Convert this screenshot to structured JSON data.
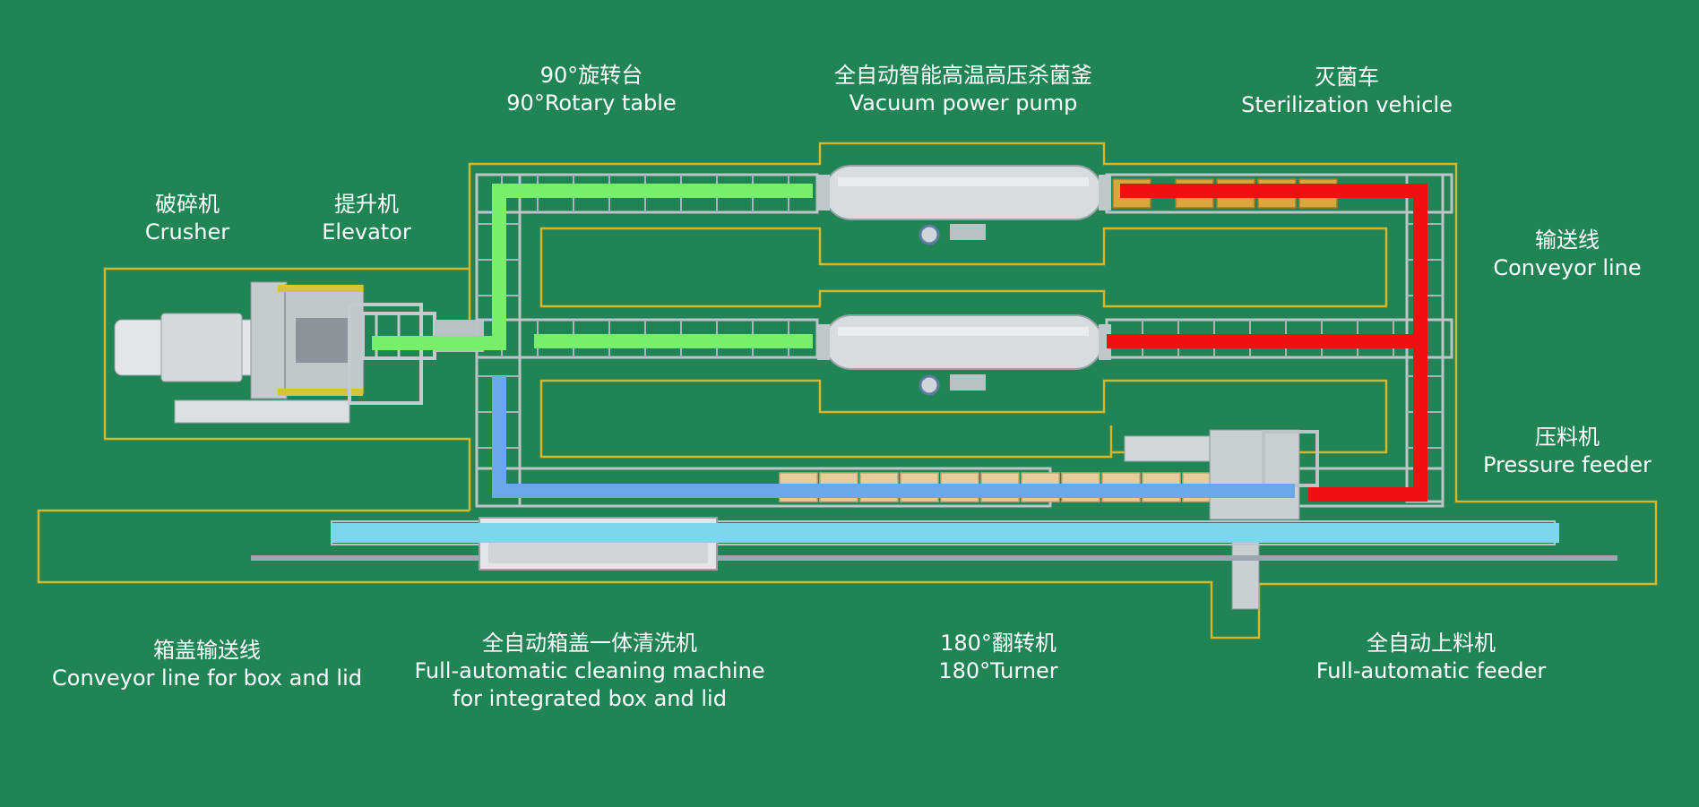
{
  "colors": {
    "background": "#218455",
    "outline": "#d6b62a",
    "flow_raw": "#77ef6c",
    "flow_sterilized": "#f01010",
    "flow_return": "#6aa8ea",
    "flow_box_lid": "#7ed6ec",
    "equipment": "#c9d0d4",
    "crate": "#e7cd9b"
  },
  "labels": {
    "crusher": {
      "zh": "破碎机",
      "en": "Crusher"
    },
    "elevator": {
      "zh": "提升机",
      "en": "Elevator"
    },
    "rotary_table": {
      "zh": "90°旋转台",
      "en": "90°Rotary table"
    },
    "sterilizer": {
      "zh": "全自动智能高温高压杀菌釜",
      "en": "Vacuum power pump"
    },
    "sterilization_vehicle": {
      "zh": "灭菌车",
      "en": "Sterilization vehicle"
    },
    "conveyor_line": {
      "zh": "输送线",
      "en": "Conveyor line"
    },
    "pressure_feeder": {
      "zh": "压料机",
      "en": "Pressure feeder"
    },
    "box_lid_conveyor": {
      "zh": "箱盖输送线",
      "en": "Conveyor line for box and lid"
    },
    "cleaning_machine": {
      "zh": "全自动箱盖一体清洗机",
      "en": "Full-automatic cleaning machine",
      "en2": "for integrated box and lid"
    },
    "turner": {
      "zh": "180°翻转机",
      "en": "180°Turner"
    },
    "auto_feeder": {
      "zh": "全自动上料机",
      "en": "Full-automatic feeder"
    }
  }
}
